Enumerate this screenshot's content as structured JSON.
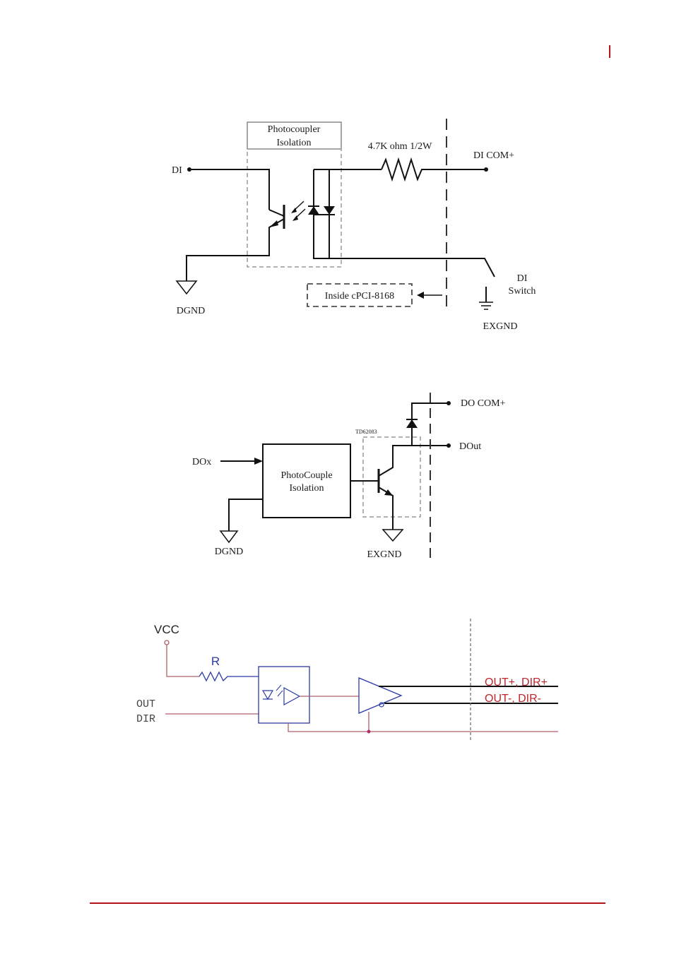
{
  "colors": {
    "accent": "#b3141b",
    "line": "#111111",
    "dash": "#888888",
    "wire_red": "#b0606a",
    "blue": "#2a3aa6",
    "label_red": "#c0262b"
  },
  "diagram1": {
    "box_title_1": "Photocoupler",
    "box_title_2": "Isolation",
    "resistor": "4.7K ohm 1/2W",
    "di": "DI",
    "di_com": "DI COM+",
    "dgnd": "DGND",
    "switch_1": "DI",
    "switch_2": "Switch",
    "inside": "Inside cPCI-8168",
    "exgnd": "EXGND"
  },
  "diagram2": {
    "do_com": "DO COM+",
    "chip": "TD62083",
    "dout": "DOut",
    "dox": "DOx",
    "box_1": "PhotoCouple",
    "box_2": "Isolation",
    "dgnd": "DGND",
    "exgnd": "EXGND"
  },
  "diagram3": {
    "vcc": "VCC",
    "r": "R",
    "out_pos": "OUT+, DIR+",
    "out": "OUT",
    "out_neg": "OUT-, DIR-",
    "dir": "DIR"
  }
}
